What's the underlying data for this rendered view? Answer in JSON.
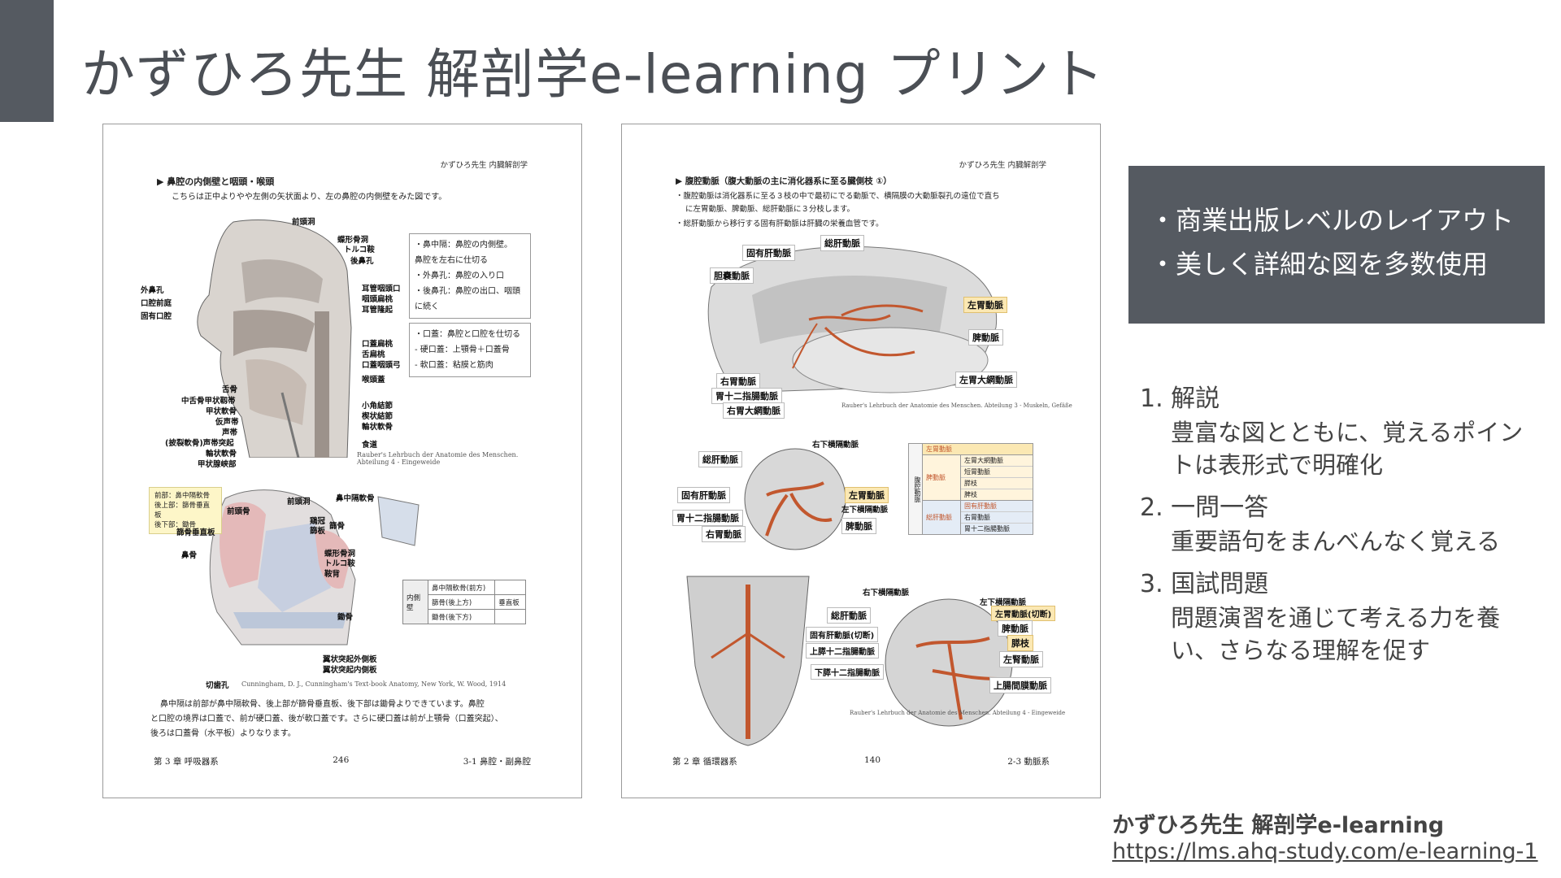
{
  "title": "かずひろ先生 解剖学e-learning プリント",
  "features": [
    "・商業出版レベルのレイアウト",
    "・美しく詳細な図を多数使用"
  ],
  "list": [
    {
      "title": "1. 解説",
      "body": [
        "豊富な図とともに、覚えるポイン",
        "トは表形式で明確化"
      ]
    },
    {
      "title": "2. 一問一答",
      "body": [
        "重要語句をまんべんなく覚える"
      ]
    },
    {
      "title": "3. 国試問題",
      "body": [
        "問題演習を通じて考える力を養",
        "い、さらなる理解を促す"
      ]
    }
  ],
  "footer": {
    "name": "かずひろ先生 解剖学e-learning",
    "url": "https://lms.ahq-study.com/e-learning-1"
  },
  "left_page": {
    "header": "かずひろ先生 内臓解剖学",
    "heading": "▶ 鼻腔の内側壁と咽頭・喉頭",
    "intro": "こちらは正中よりやや左側の矢状面より、左の鼻腔の内側壁をみた図です。",
    "labels": {
      "l1": "前頭洞",
      "l2": "蝶形骨洞",
      "l3": "トルコ鞍",
      "l4": "後鼻孔",
      "l5": "外鼻孔",
      "l6": "口腔前庭",
      "l7": "固有口腔",
      "l8": "耳管咽頭口",
      "l9": "咽頭扁桃",
      "l10": "耳管隆起",
      "l11": "口蓋扁桃",
      "l12": "舌扁桃",
      "l13": "口蓋咽頭弓",
      "l14": "喉頭蓋",
      "l15": "舌骨",
      "l16": "中舌骨甲状靱帯",
      "l17": "甲状軟骨",
      "l18": "仮声帯",
      "l19": "声帯",
      "l20": "(披裂軟骨)声帯突起",
      "l21": "輪状軟骨",
      "l22": "甲状腺峡部",
      "l23": "小角結節",
      "l24": "楔状結節",
      "l25": "輪状軟骨",
      "l26": "食道"
    },
    "callout1": [
      "・鼻中隔：鼻腔の内側壁。",
      "鼻腔を左右に仕切る",
      "・外鼻孔：鼻腔の入り口",
      "・後鼻孔：鼻腔の出口、咽頭",
      "に続く"
    ],
    "callout2": [
      "・口蓋：鼻腔と口腔を仕切る",
      "- 硬口蓋：上顎骨＋口蓋骨",
      "- 軟口蓋：粘膜と筋肉"
    ],
    "credit1": [
      "Rauber's Lehrbuch der Anatomie des Menschen.",
      "Abteilung 4 - Eingeweide"
    ],
    "labels2": {
      "m1": "前頭洞",
      "m2": "鼻中隔軟骨",
      "m3": "前頭骨",
      "m4": "篩骨垂直板",
      "m5": "鼻骨",
      "m6": "鶏冠",
      "m7": "篩板",
      "m8": "篩骨",
      "m9": "蝶形骨洞",
      "m10": "トルコ鞍",
      "m11": "鞍背",
      "m12": "鋤骨",
      "m13": "翼状突起外側板",
      "m14": "翼状突起内側板",
      "m15": "切歯孔"
    },
    "sticky": [
      "前部：鼻中隔軟骨",
      "後上部：篩骨垂直板",
      "後下部：鋤骨"
    ],
    "table": [
      [
        "内側壁",
        "鼻中隔軟骨(前方)",
        ""
      ],
      [
        "",
        "篩骨(後上方)",
        "垂直板"
      ],
      [
        "",
        "鋤骨(後下方)",
        ""
      ]
    ],
    "credit2": "Cunningham, D. J., Cunningham's Text-book Anatomy, New York, W. Wood, 1914",
    "para": [
      "鼻中隔は前部が鼻中隔軟骨、後上部が篩骨垂直板、後下部は鋤骨よりできています。鼻腔",
      "と口腔の境界は口蓋で、前が硬口蓋、後が軟口蓋です。さらに硬口蓋は前が上顎骨（口蓋突起）、",
      "後ろは口蓋骨（水平板）よりなります。"
    ],
    "footer_left": "第 3 章 呼吸器系",
    "footer_center": "246",
    "footer_right": "3-1 鼻腔・副鼻腔"
  },
  "right_page": {
    "header": "かずひろ先生 内臓解剖学",
    "heading": "▶ 腹腔動脈（腹大動脈の主に消化器系に至る臓側枝 ①）",
    "bullets": [
      "・腹腔動脈は消化器系に至る３枝の中で最初にでる動脈で、横隔膜の大動脈裂孔の遠位で直ち",
      "に左胃動脈、脾動脈、総肝動脈に３分枝します。",
      "・総肝動脈から移行する固有肝動脈は肝臓の栄養血管です。"
    ],
    "tags1": {
      "t1": "固有肝動脈",
      "t2": "総肝動脈",
      "t3": "胆嚢動脈",
      "t4": "左胃動脈",
      "t5": "脾動脈",
      "t6": "左胃大網動脈",
      "t7": "右胃動脈",
      "t8": "胃十二指腸動脈",
      "t9": "右胃大網動脈"
    },
    "credit1": "Rauber's Lehrbuch der Anatomie des Menschen. Abteilung 3 - Muskeln, Gefäße",
    "tags2": {
      "u1": "右下横隔動脈",
      "u2": "総肝動脈",
      "u3": "固有肝動脈",
      "u4": "胃十二指腸動脈",
      "u5": "右胃動脈",
      "u6": "左胃動脈",
      "u7": "左下横隔動脈",
      "u8": "脾動脈"
    },
    "ctable": {
      "root": "腹腔動脈",
      "head": "左胃動脈",
      "g1": "脾動脈",
      "g1items": [
        "左胃大網動脈",
        "短胃動脈",
        "膵枝",
        "脾枝"
      ],
      "g2": "総肝動脈",
      "g2items": [
        "固有肝動脈",
        "右胃動脈",
        "胃十二指腸動脈"
      ]
    },
    "tags3": {
      "v1": "右下横隔動脈",
      "v2": "左下横隔動脈",
      "v3": "総肝動脈",
      "v4": "左胃動脈(切断)",
      "v5": "固有肝動脈(切断)",
      "v6": "脾動脈",
      "v7": "上膵十二指腸動脈",
      "v8": "膵枝",
      "v9": "下膵十二指腸動脈",
      "v10": "左腎動脈",
      "v11": "上腸間膜動脈"
    },
    "credit2": "Rauber's Lehrbuch der Anatomie des Menschen. Abteilung 4 - Eingeweide",
    "footer_left": "第 2 章 循環器系",
    "footer_center": "140",
    "footer_right": "2-3 動脈系"
  }
}
